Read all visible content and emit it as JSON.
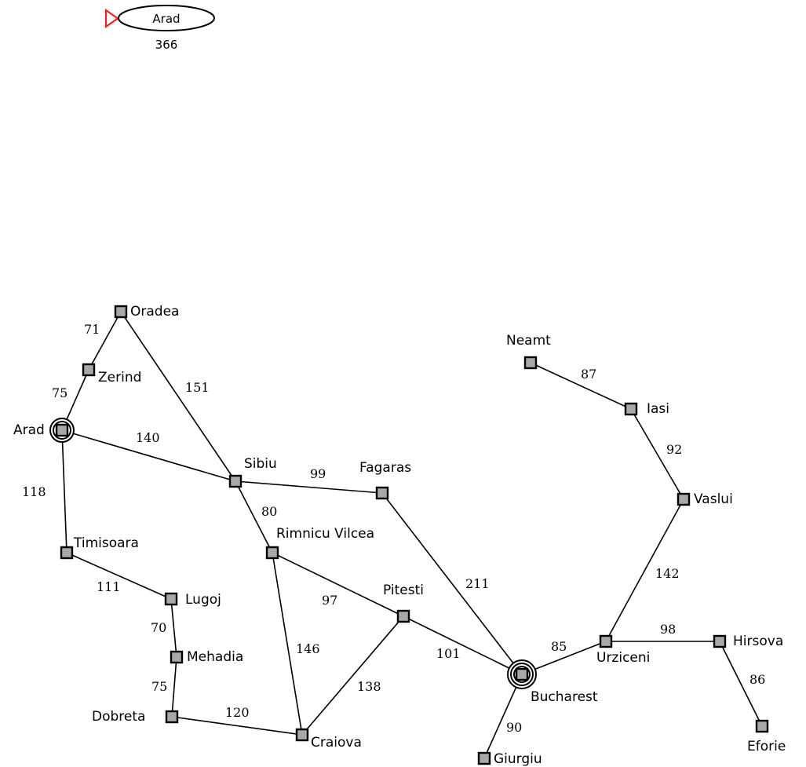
{
  "search_tree": {
    "root": {
      "name": "Arad",
      "value": "366"
    },
    "marker_color": "#ee2222"
  },
  "map": {
    "cities": [
      "Oradea",
      "Zerind",
      "Arad",
      "Sibiu",
      "Fagaras",
      "Timisoara",
      "Rimnicu Vilcea",
      "Lugoj",
      "Mehadia",
      "Dobreta",
      "Craiova",
      "Pitesti",
      "Bucharest",
      "Giurgiu",
      "Urziceni",
      "Hirsova",
      "Eforie",
      "Vaslui",
      "Iasi",
      "Neamt"
    ],
    "edge_costs": {
      "oradea-zerind": "71",
      "zerind-arad": "75",
      "oradea-sibiu": "151",
      "arad-sibiu": "140",
      "arad-timisoara": "118",
      "sibiu-fagaras": "99",
      "sibiu-rimnicu": "80",
      "timisoara-lugoj": "111",
      "lugoj-mehadia": "70",
      "mehadia-dobreta": "75",
      "dobreta-craiova": "120",
      "rimnicu-craiova": "146",
      "rimnicu-pitesti": "97",
      "craiova-pitesti": "138",
      "pitesti-bucharest": "101",
      "fagaras-bucharest": "211",
      "bucharest-giurgiu": "90",
      "bucharest-urziceni": "85",
      "urziceni-hirsova": "98",
      "hirsova-eforie": "86",
      "urziceni-vaslui": "142",
      "vaslui-iasi": "92",
      "iasi-neamt": "87"
    },
    "start_city": "Arad",
    "goal_city": "Bucharest",
    "node_fill": "#a8a8a8"
  }
}
